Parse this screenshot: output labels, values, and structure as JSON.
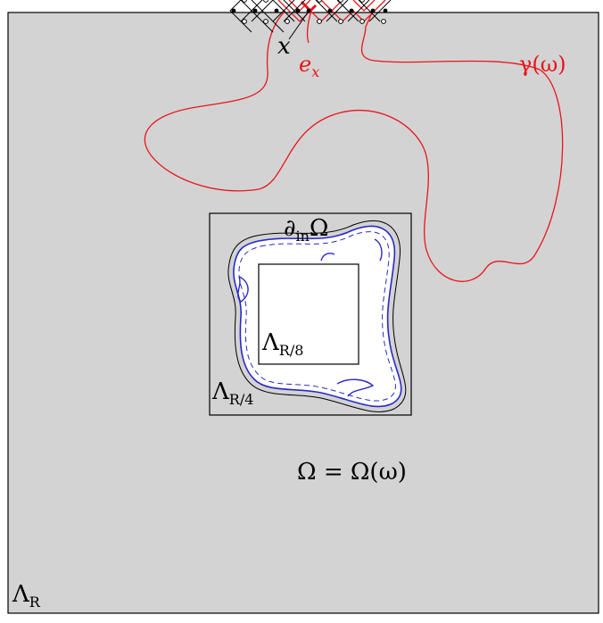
{
  "labels": {
    "big_box": "Λ",
    "big_box_sub": "R",
    "mid_box": "Λ",
    "mid_box_sub": "R/4",
    "small_box": "Λ",
    "small_box_sub": "R/8",
    "inner_boundary": "∂",
    "inner_boundary_sub": "in",
    "inner_boundary_tail": "Ω",
    "domain": "Ω = Ω(ω)",
    "curve": "γ(ω)",
    "point": "x",
    "edge": "e",
    "edge_sub": "x"
  },
  "colors": {
    "domain_fill": "#d3d3d3",
    "curve": "#e8151b",
    "inner_boundary": "#2929c8",
    "lines": "#000000"
  }
}
